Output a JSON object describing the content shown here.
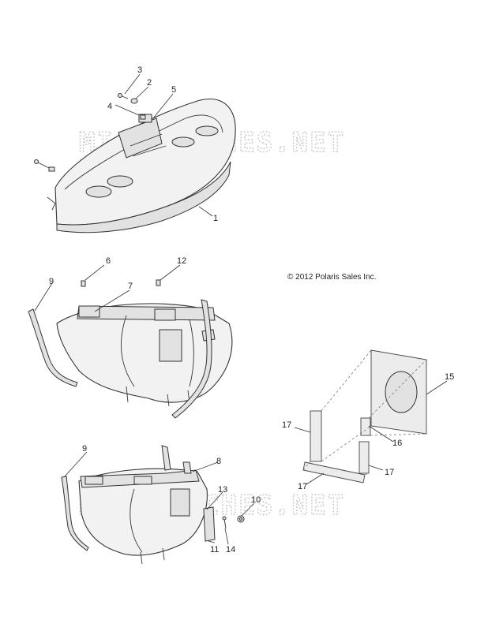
{
  "copyright": "© 2012 Polaris Sales Inc.",
  "watermark": "MICROFICHES.NET",
  "callouts": {
    "c1": "1",
    "c2": "2",
    "c3": "3",
    "c4": "4",
    "c5": "5",
    "c6": "6",
    "c7": "7",
    "c8": "8",
    "c9a": "9",
    "c9b": "9",
    "c10": "10",
    "c11": "11",
    "c12": "12",
    "c13": "13",
    "c14": "14",
    "c15": "15",
    "c16": "16",
    "c17a": "17",
    "c17b": "17",
    "c17c": "17"
  }
}
